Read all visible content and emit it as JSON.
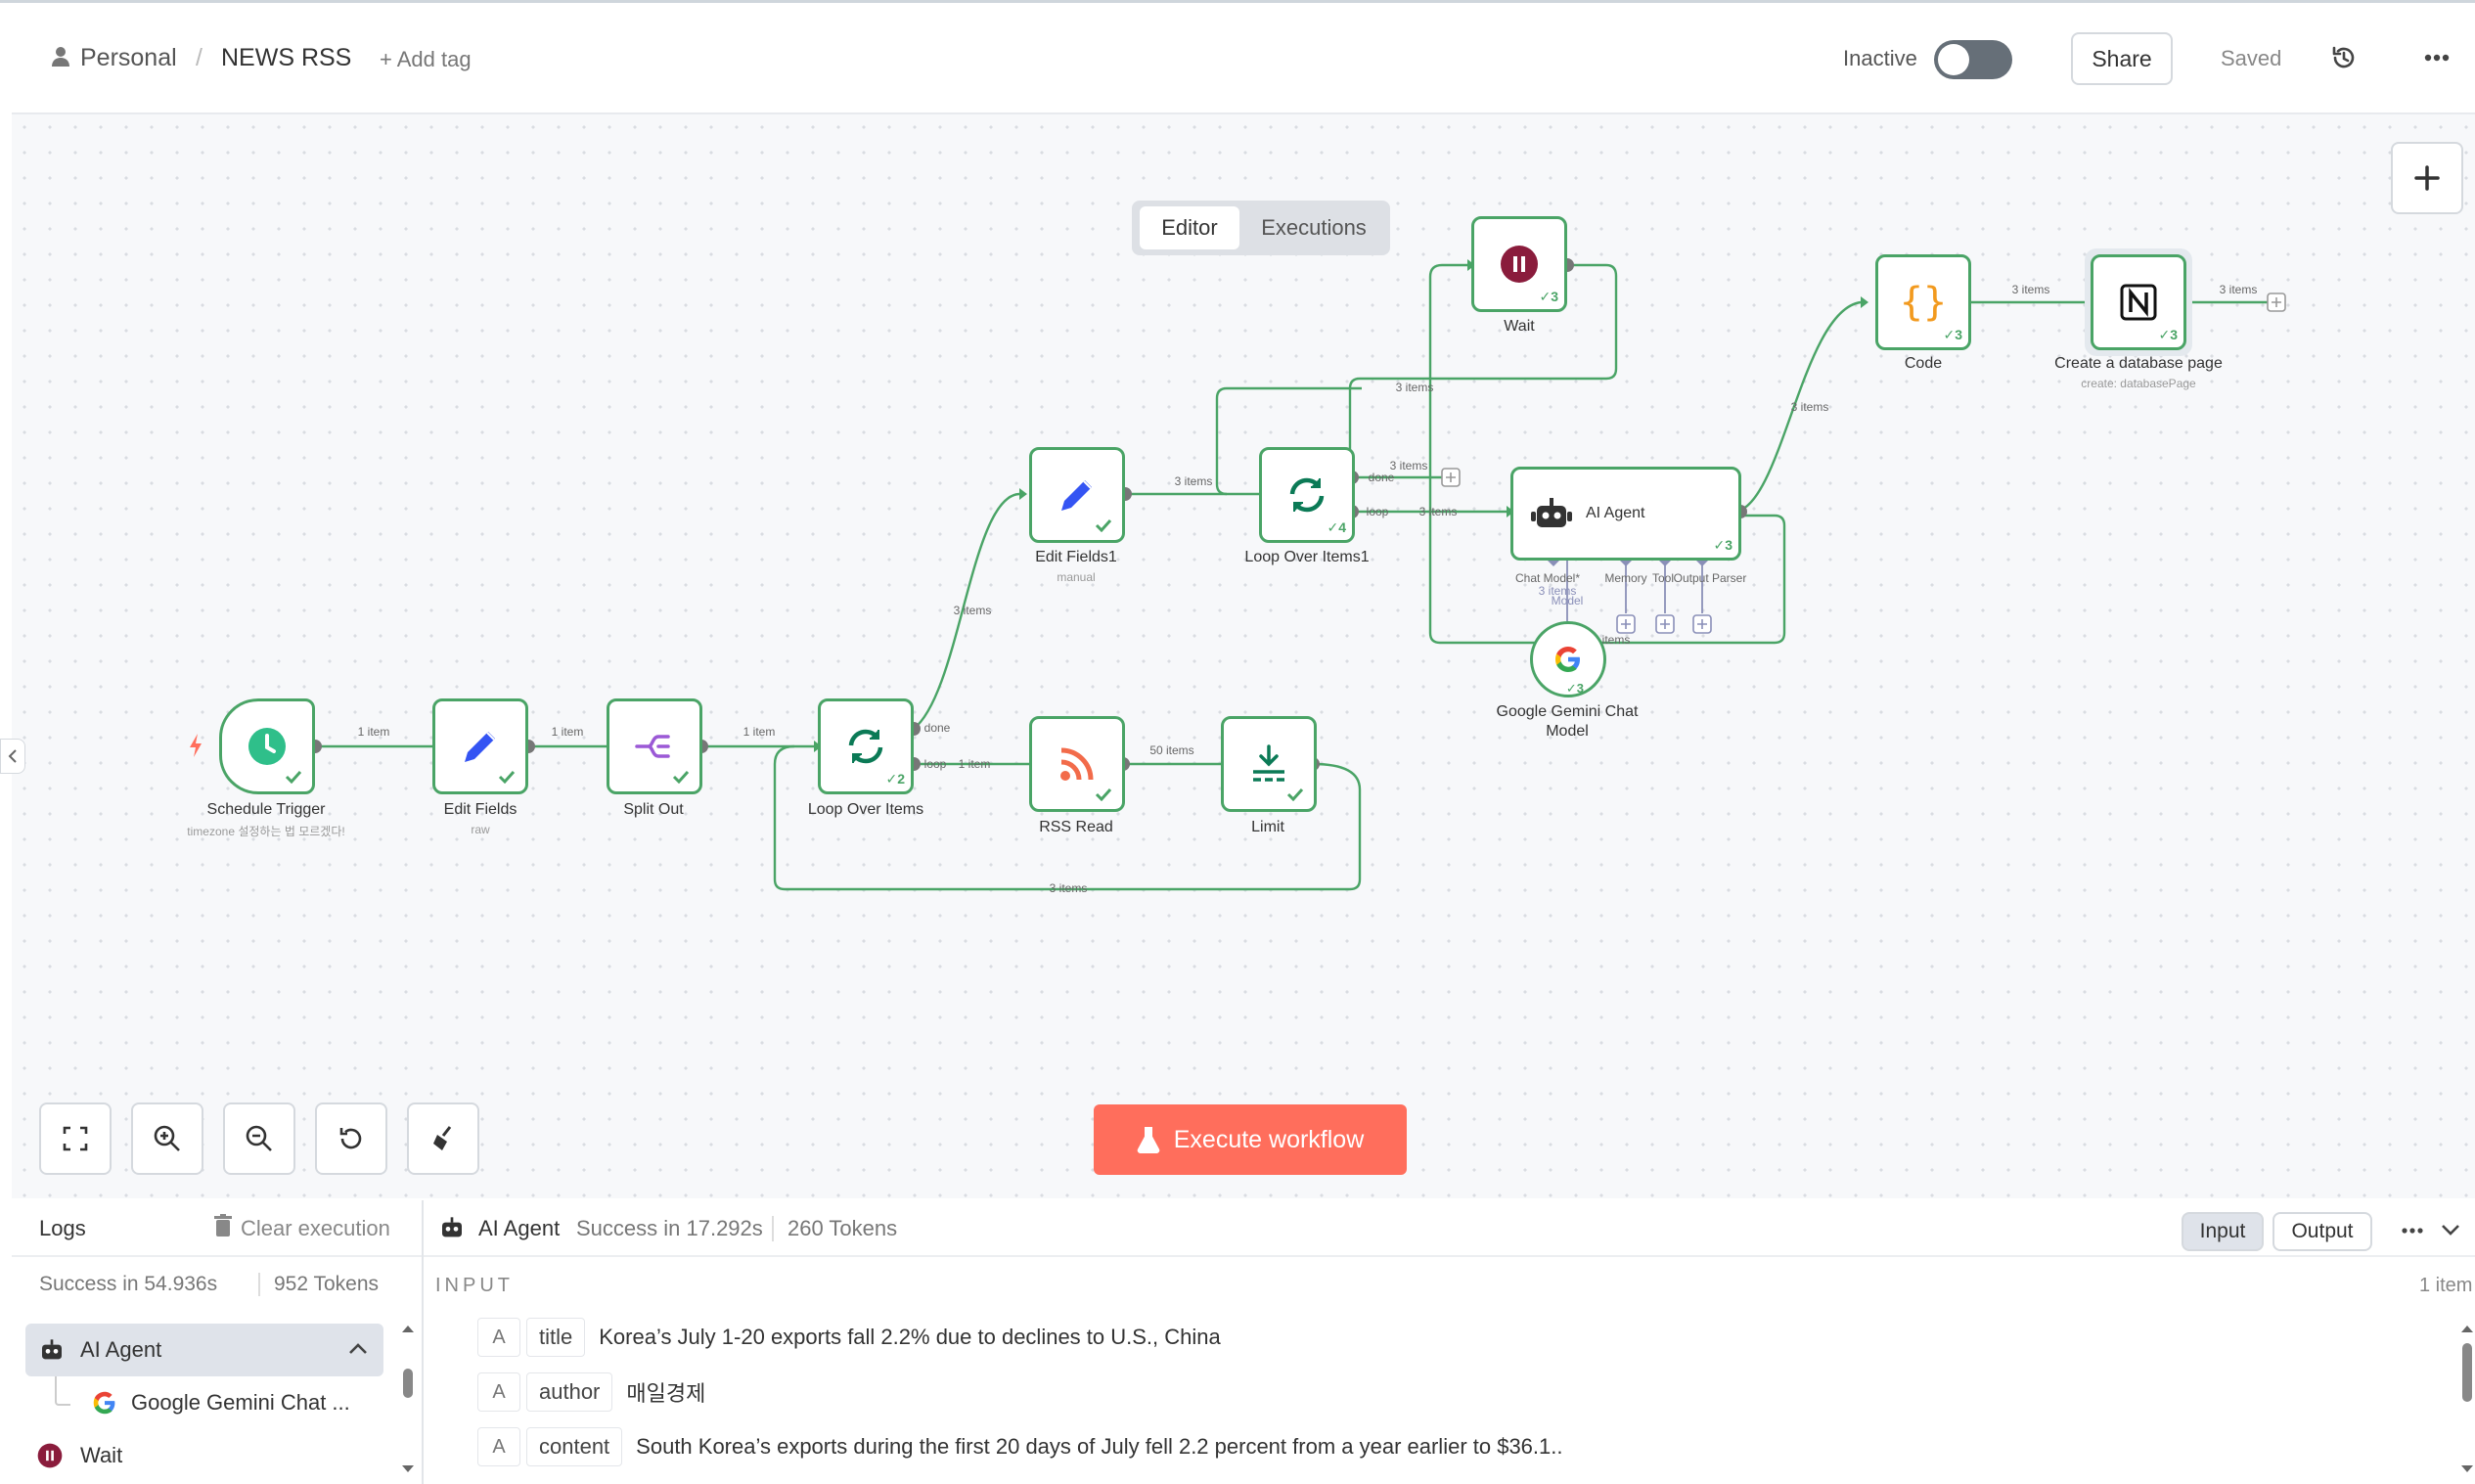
{
  "header": {
    "breadcrumb_personal": "Personal",
    "breadcrumb_sep": "/",
    "workflow_name": "NEWS RSS",
    "add_tag": "+ Add tag",
    "status_label": "Inactive",
    "share_label": "Share",
    "saved_label": "Saved"
  },
  "tabs": {
    "editor": "Editor",
    "executions": "Executions"
  },
  "nodes": {
    "schedule": {
      "name": "Schedule Trigger",
      "sub": "timezone 설정하는 법 모르겠다!"
    },
    "edit_fields": {
      "name": "Edit Fields",
      "sub": "raw"
    },
    "split_out": {
      "name": "Split Out"
    },
    "loop": {
      "name": "Loop Over Items",
      "badge": "2"
    },
    "rss": {
      "name": "RSS Read"
    },
    "limit": {
      "name": "Limit"
    },
    "edit_fields1": {
      "name": "Edit Fields1",
      "sub": "manual"
    },
    "loop1": {
      "name": "Loop Over Items1",
      "badge": "4"
    },
    "wait": {
      "name": "Wait",
      "badge": "3"
    },
    "agent": {
      "name": "AI Agent",
      "badge": "3",
      "ports": [
        "Chat Model*",
        "Memory",
        "Tool",
        "Output Parser"
      ]
    },
    "gemini": {
      "name": "Google Gemini Chat",
      "name2": "Model",
      "badge": "3"
    },
    "code": {
      "name": "Code",
      "badge": "3"
    },
    "notion": {
      "name": "Create a database page",
      "sub": "create: databasePage",
      "badge": "3"
    }
  },
  "edges": {
    "e1": "1 item",
    "e2": "1 item",
    "e3": "1 item",
    "e_done": "done",
    "e_loop": "loop",
    "e_loop_items": "1 item",
    "e_rss_limit": "50 items",
    "e_back": "3 items",
    "e_ef1": "3 items",
    "e_ef1_loop1": "3 items",
    "e_top": "3 items",
    "e_done1": "done",
    "e_done1_items": "3 items",
    "e_loop1": "loop",
    "e_loop1_items": "3 items",
    "e_agent_code": "3 items",
    "e_code_notion": "3 items",
    "e_notion_out": "3 items",
    "e_model_items": "3 items",
    "e_model_label": "Model",
    "e_items": "items"
  },
  "controls": {
    "execute": "Execute workflow"
  },
  "logs": {
    "title": "Logs",
    "clear": "Clear execution",
    "summary_success": "Success in 54.936s",
    "summary_tokens": "952 Tokens",
    "items": [
      {
        "label": "AI Agent"
      },
      {
        "label": "Google Gemini Chat ..."
      },
      {
        "label": "Wait"
      }
    ]
  },
  "detail": {
    "node": "AI Agent",
    "status": "Success in 17.292s",
    "tokens": "260 Tokens",
    "input_btn": "Input",
    "output_btn": "Output",
    "section": "INPUT",
    "count": "1 item",
    "fields": [
      {
        "type": "A",
        "key": "title",
        "value": "Korea’s July 1-20 exports fall 2.2% due to declines to U.S., China"
      },
      {
        "type": "A",
        "key": "author",
        "value": "매일경제"
      },
      {
        "type": "A",
        "key": "content",
        "value": "South Korea’s exports during the first 20 days of July fell 2.2 percent from a year earlier to $36.1.."
      }
    ]
  },
  "colors": {
    "success": "#4aa466",
    "accent": "#ff6e5c",
    "port": "#8a8fb8"
  }
}
